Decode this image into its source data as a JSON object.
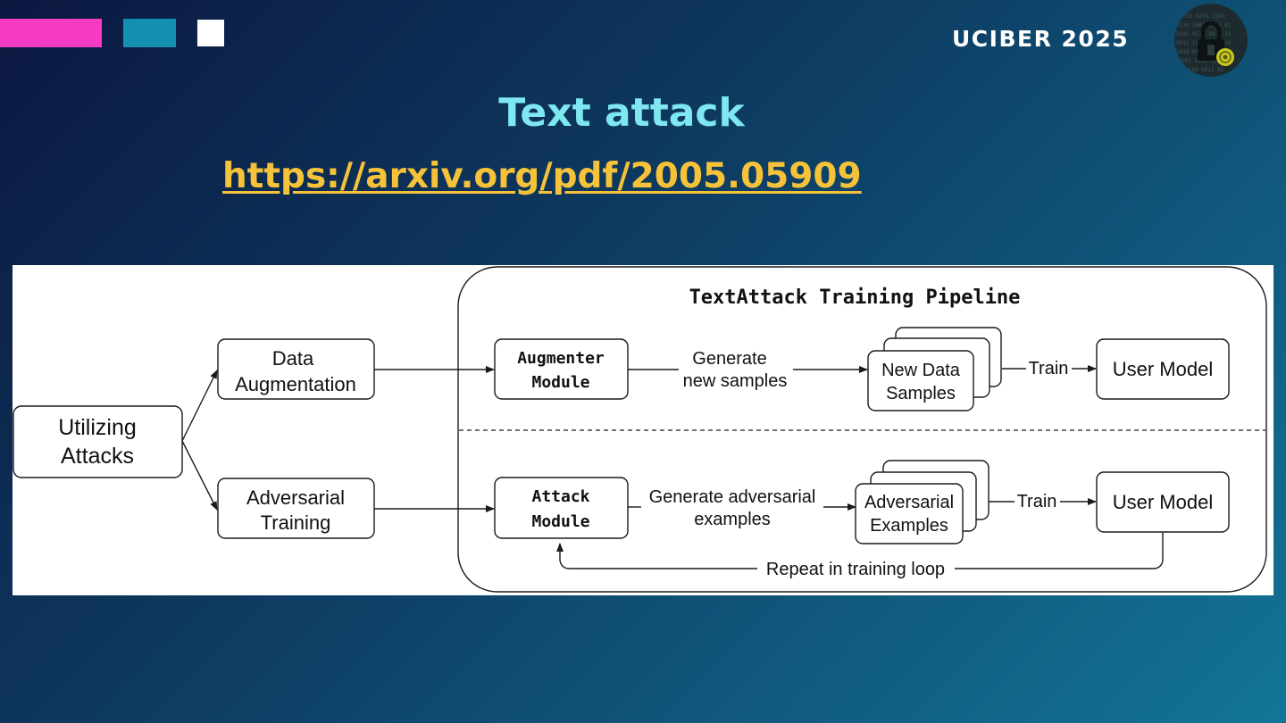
{
  "header": {
    "brand": "UCIBER 2025",
    "logo_icon": "padlock-logo-icon",
    "decor_colors": [
      "#f73cc3",
      "#138fb0",
      "#ffffff"
    ]
  },
  "slide": {
    "title": "Text attack",
    "link_text": "https://arxiv.org/pdf/2005.05909"
  },
  "diagram": {
    "pipeline_title": "TextAttack Training Pipeline",
    "utilizing": [
      "Utilizing",
      "Attacks"
    ],
    "data_aug": [
      "Data",
      "Augmentation"
    ],
    "adv_training": [
      "Adversarial",
      "Training"
    ],
    "augmenter": [
      "Augmenter",
      "Module"
    ],
    "attack": [
      "Attack",
      "Module"
    ],
    "gen_samples": [
      "Generate",
      "new samples"
    ],
    "gen_adv": [
      "Generate adversarial",
      "examples"
    ],
    "new_data": [
      "New Data",
      "Samples"
    ],
    "adv_examples": [
      "Adversarial",
      "Examples"
    ],
    "train": "Train",
    "user_model": "User Model",
    "repeat": "Repeat in training loop"
  }
}
